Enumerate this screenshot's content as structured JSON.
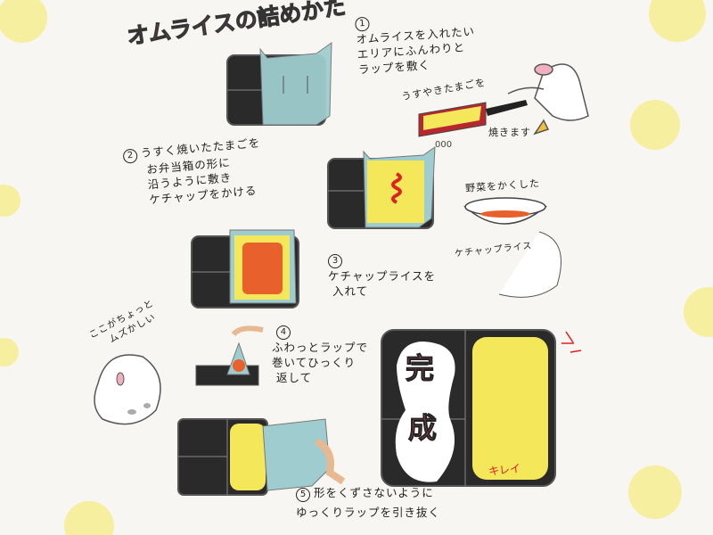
{
  "title": "オムライスの詰めかた",
  "steps": [
    {
      "number": "1",
      "lines": [
        "オムライスを入れたい",
        "エリアにふんわりと",
        "ラップを敷く"
      ]
    },
    {
      "number": "2",
      "lines": [
        "うすく焼いたたまごを",
        "お弁当箱の形に",
        "沿うように敷き",
        "ケチャップをかける"
      ]
    },
    {
      "number": "3",
      "lines": [
        "ケチャップライスを",
        "入れて"
      ]
    },
    {
      "number": "4",
      "lines": [
        "ふわっとラップで",
        "巻いてひっくり",
        "返して"
      ]
    },
    {
      "number": "5",
      "lines": [
        "形をくずさないように",
        "ゆっくりラップを引き抜く"
      ]
    }
  ],
  "notes": {
    "egg": [
      "うすやきたまごを",
      "焼きます"
    ],
    "rice": [
      "野菜をかくした",
      "ケチャップライス"
    ],
    "hard": [
      "ここがちょっと",
      "ムズかしい"
    ],
    "kirei": "キレイ"
  },
  "done": [
    "完",
    "成"
  ],
  "colors": {
    "title": "#e0628a",
    "wrap": "#9fcdcf",
    "egg": "#f4e85a",
    "rice": "#e8602c",
    "box": "#2a2a2a",
    "flower": "#f6efa0"
  }
}
